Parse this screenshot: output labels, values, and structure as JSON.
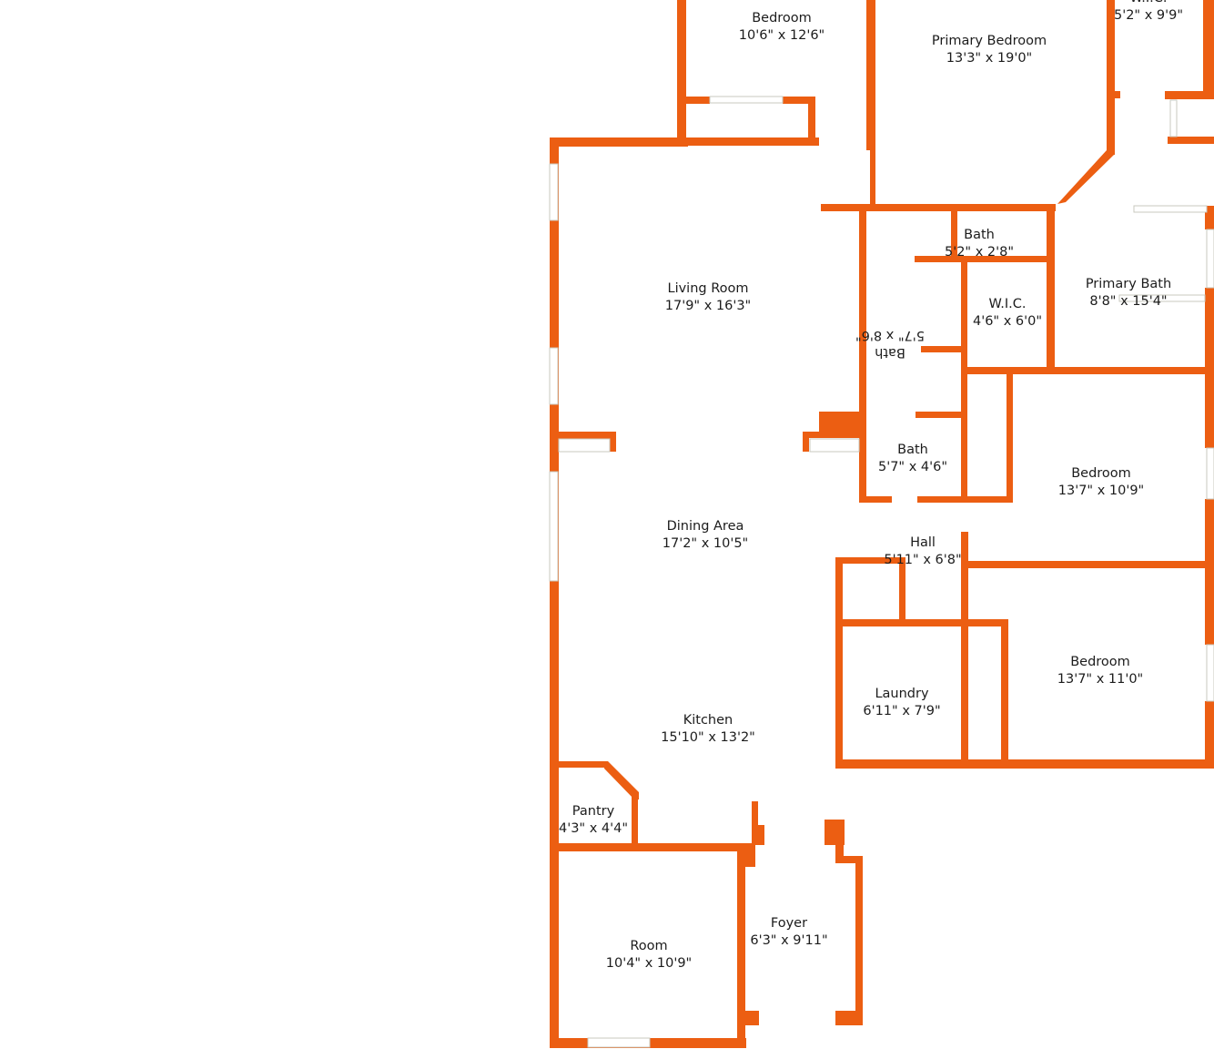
{
  "plan": {
    "wall_color": "#ec5e12",
    "rooms": [
      {
        "id": "bedroom-top",
        "name": "Bedroom",
        "dims": "10'6\" x 12'6\""
      },
      {
        "id": "primary-bedroom",
        "name": "Primary Bedroom",
        "dims": "13'3\" x 19'0\""
      },
      {
        "id": "wic-top",
        "name": "W.I.C.",
        "dims": "5'2\" x 9'9\""
      },
      {
        "id": "living-room",
        "name": "Living Room",
        "dims": "17'9\" x 16'3\""
      },
      {
        "id": "bath-small",
        "name": "Bath",
        "dims": "5'2\" x 2'8\""
      },
      {
        "id": "primary-bath",
        "name": "Primary Bath",
        "dims": "8'8\" x 15'4\""
      },
      {
        "id": "wic-mid",
        "name": "W.I.C.",
        "dims": "4'6\" x 6'0\""
      },
      {
        "id": "bath-rotated",
        "name": "Bath",
        "dims": "5'7\" x 8'6\""
      },
      {
        "id": "bath-lower",
        "name": "Bath",
        "dims": "5'7\" x 4'6\""
      },
      {
        "id": "bedroom-right-upper",
        "name": "Bedroom",
        "dims": "13'7\" x 10'9\""
      },
      {
        "id": "dining-area",
        "name": "Dining Area",
        "dims": "17'2\" x 10'5\""
      },
      {
        "id": "hall",
        "name": "Hall",
        "dims": "5'11\" x 6'8\""
      },
      {
        "id": "bedroom-right-lower",
        "name": "Bedroom",
        "dims": "13'7\" x 11'0\""
      },
      {
        "id": "laundry",
        "name": "Laundry",
        "dims": "6'11\" x 7'9\""
      },
      {
        "id": "kitchen",
        "name": "Kitchen",
        "dims": "15'10\" x 13'2\""
      },
      {
        "id": "pantry",
        "name": "Pantry",
        "dims": "4'3\" x 4'4\""
      },
      {
        "id": "foyer",
        "name": "Foyer",
        "dims": "6'3\" x 9'11\""
      },
      {
        "id": "room",
        "name": "Room",
        "dims": "10'4\" x 10'9\""
      }
    ]
  }
}
